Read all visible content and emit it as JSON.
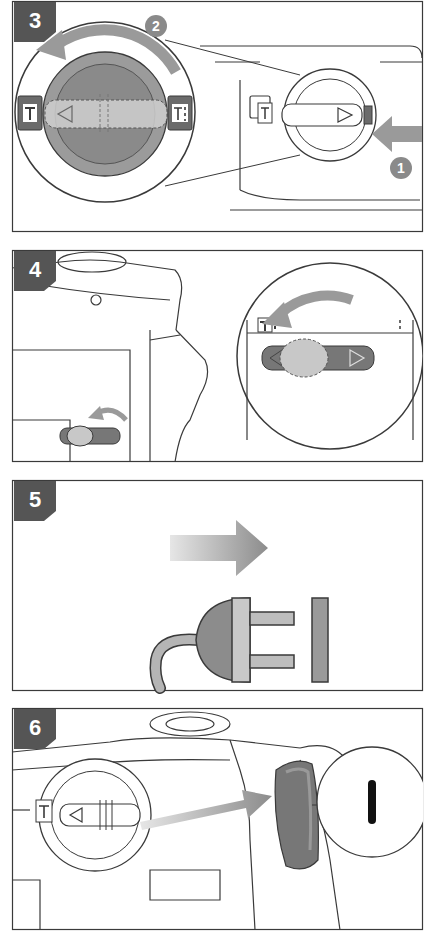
{
  "diagram": {
    "nodes": [
      {
        "text": [
          "3"
        ]
      },
      {
        "text": [
          "2"
        ]
      },
      {
        "text": [
          "1"
        ]
      },
      {
        "text": [
          "4"
        ]
      },
      {
        "text": [
          "5"
        ]
      },
      {
        "text": [
          "6"
        ]
      }
    ]
  }
}
